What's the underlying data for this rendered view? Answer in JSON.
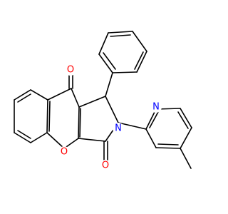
{
  "molecule": {
    "atoms": [
      {
        "id": "O9",
        "symbol": "O",
        "color": "#ff0000",
        "name": "ketone-oxygen"
      },
      {
        "id": "O3",
        "symbol": "O",
        "color": "#ff0000",
        "name": "lactam-oxygen"
      },
      {
        "id": "O1",
        "symbol": "O",
        "color": "#ff0000",
        "name": "ring-oxygen"
      },
      {
        "id": "N2",
        "symbol": "N",
        "color": "#0000ff",
        "name": "lactam-nitrogen"
      },
      {
        "id": "NP",
        "symbol": "N",
        "color": "#0000ff",
        "name": "pyridine-nitrogen"
      }
    ],
    "colors": {
      "bond": "#000000",
      "oxygen": "#ff0000",
      "nitrogen": "#0000ff",
      "background": "#ffffff"
    }
  }
}
